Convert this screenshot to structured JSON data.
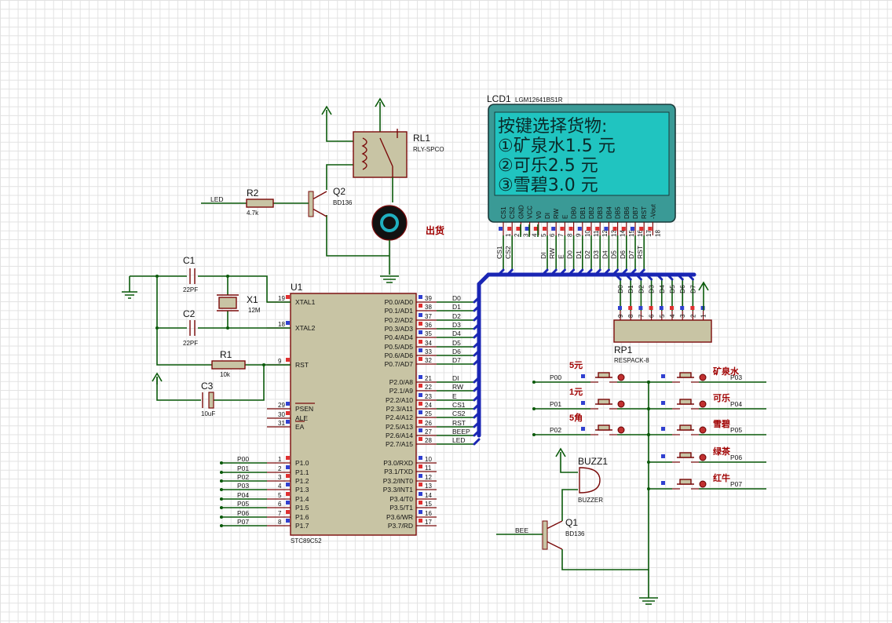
{
  "components": {
    "lcd": {
      "ref": "LCD1",
      "part": "LGM12641BS1R",
      "lines": [
        "按键选择货物:",
        "①矿泉水1.5 元",
        "②可乐2.5 元",
        "③雪碧3.0 元"
      ],
      "pins": [
        "CS1",
        "CS2",
        "GND",
        "VCC",
        "V0",
        "DI",
        "RW",
        "E",
        "DB0",
        "DB1",
        "DB2",
        "DB3",
        "DB4",
        "DB5",
        "DB6",
        "DB7",
        "RST",
        "-Vout"
      ],
      "pin_numbers": [
        "1",
        "2",
        "3",
        "4",
        "5",
        "6",
        "7",
        "8",
        "9",
        "10",
        "11",
        "12",
        "13",
        "14",
        "15",
        "16",
        "17",
        "18"
      ],
      "net_labels": [
        "CS1",
        "CS2",
        "DI",
        "RW",
        "E",
        "D0",
        "D1",
        "D2",
        "D3",
        "D4",
        "D5",
        "D6",
        "D7",
        "RST"
      ]
    },
    "mcu": {
      "ref": "U1",
      "part": "STC89C52",
      "left_pins": [
        {
          "num": "19",
          "name": "XTAL1"
        },
        {
          "num": "18",
          "name": "XTAL2"
        },
        {
          "num": "9",
          "name": "RST"
        },
        {
          "num": "29",
          "name": "PSEN"
        },
        {
          "num": "30",
          "name": "ALE"
        },
        {
          "num": "31",
          "name": "EA"
        },
        {
          "num": "1",
          "name": "P1.0"
        },
        {
          "num": "2",
          "name": "P1.1"
        },
        {
          "num": "3",
          "name": "P1.2"
        },
        {
          "num": "4",
          "name": "P1.3"
        },
        {
          "num": "5",
          "name": "P1.4"
        },
        {
          "num": "6",
          "name": "P1.5"
        },
        {
          "num": "7",
          "name": "P1.6"
        },
        {
          "num": "8",
          "name": "P1.7"
        }
      ],
      "right_pins": [
        {
          "num": "39",
          "name": "P0.0/AD0",
          "net": "D0"
        },
        {
          "num": "38",
          "name": "P0.1/AD1",
          "net": "D1"
        },
        {
          "num": "37",
          "name": "P0.2/AD2",
          "net": "D2"
        },
        {
          "num": "36",
          "name": "P0.3/AD3",
          "net": "D3"
        },
        {
          "num": "35",
          "name": "P0.4/AD4",
          "net": "D4"
        },
        {
          "num": "34",
          "name": "P0.5/AD5",
          "net": "D5"
        },
        {
          "num": "33",
          "name": "P0.6/AD6",
          "net": "D6"
        },
        {
          "num": "32",
          "name": "P0.7/AD7",
          "net": "D7"
        },
        {
          "num": "21",
          "name": "P2.0/A8",
          "net": "DI"
        },
        {
          "num": "22",
          "name": "P2.1/A9",
          "net": "RW"
        },
        {
          "num": "23",
          "name": "P2.2/A10",
          "net": "E"
        },
        {
          "num": "24",
          "name": "P2.3/A11",
          "net": "CS1"
        },
        {
          "num": "25",
          "name": "P2.4/A12",
          "net": "CS2"
        },
        {
          "num": "26",
          "name": "P2.5/A13",
          "net": "RST"
        },
        {
          "num": "27",
          "name": "P2.6/A14",
          "net": "BEEP"
        },
        {
          "num": "28",
          "name": "P2.7/A15",
          "net": "LED"
        },
        {
          "num": "10",
          "name": "P3.0/RXD",
          "net": ""
        },
        {
          "num": "11",
          "name": "P3.1/TXD",
          "net": ""
        },
        {
          "num": "12",
          "name": "P3.2/INT0",
          "net": ""
        },
        {
          "num": "13",
          "name": "P3.3/INT1",
          "net": ""
        },
        {
          "num": "14",
          "name": "P3.4/T0",
          "net": ""
        },
        {
          "num": "15",
          "name": "P3.5/T1",
          "net": ""
        },
        {
          "num": "16",
          "name": "P3.6/WR",
          "net": ""
        },
        {
          "num": "17",
          "name": "P3.7/RD",
          "net": ""
        }
      ],
      "p1_nets": [
        "P00",
        "P01",
        "P02",
        "P03",
        "P04",
        "P05",
        "P06",
        "P07"
      ]
    },
    "c1": {
      "ref": "C1",
      "value": "22PF"
    },
    "c2": {
      "ref": "C2",
      "value": "22PF"
    },
    "c3": {
      "ref": "C3",
      "value": "10uF"
    },
    "x1": {
      "ref": "X1",
      "value": "12M"
    },
    "r1": {
      "ref": "R1",
      "value": "10k"
    },
    "r2": {
      "ref": "R2",
      "value": "4.7k",
      "net": "LED"
    },
    "q1": {
      "ref": "Q1",
      "part": "BD136",
      "net": "BEE"
    },
    "q2": {
      "ref": "Q2",
      "part": "BD136"
    },
    "rl1": {
      "ref": "RL1",
      "part": "RLY-SPCO"
    },
    "motor": {
      "label": "出货"
    },
    "buzz1": {
      "ref": "BUZZ1",
      "part": "BUZZER"
    },
    "rp1": {
      "ref": "RP1",
      "part": "RESPACK-8",
      "pin_numbers": [
        "9",
        "8",
        "7",
        "6",
        "5",
        "4",
        "3",
        "2",
        "1"
      ],
      "net_labels": [
        "D0",
        "D1",
        "D2",
        "D3",
        "D4",
        "D5",
        "D6",
        "D7"
      ]
    },
    "buttons_left": [
      {
        "label": "5元",
        "net": "P00"
      },
      {
        "label": "1元",
        "net": "P01"
      },
      {
        "label": "5角",
        "net": "P02"
      }
    ],
    "buttons_right": [
      {
        "label": "矿泉水",
        "net": "P03"
      },
      {
        "label": "可乐",
        "net": "P04"
      },
      {
        "label": "雪碧",
        "net": "P05"
      },
      {
        "label": "绿茶",
        "net": "P06"
      },
      {
        "label": "红牛",
        "net": "P07"
      }
    ]
  }
}
